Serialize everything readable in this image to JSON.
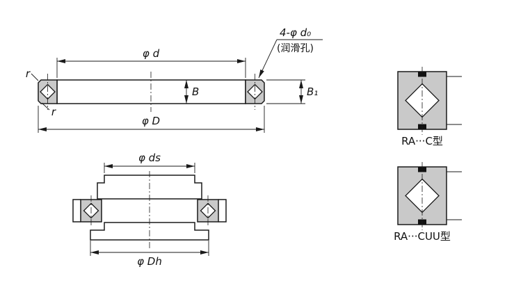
{
  "front_view": {
    "dim_d": "φ d",
    "dim_D": "φ D",
    "dim_B": "B",
    "dim_B1": "B₁",
    "lube_holes": "4-φ d₀",
    "lube_holes_note": "(润滑孔)",
    "fillet_top": "r",
    "fillet_bottom": "r"
  },
  "mount_view": {
    "dim_ds": "φ ds",
    "dim_Dh": "φ Dh"
  },
  "type_views": {
    "type_c": "RA···C型",
    "type_cuu": "RA···CUU型"
  },
  "colors": {
    "section_fill": "#c9c9c9",
    "line_color": "#1a1a1a",
    "background": "#ffffff"
  }
}
